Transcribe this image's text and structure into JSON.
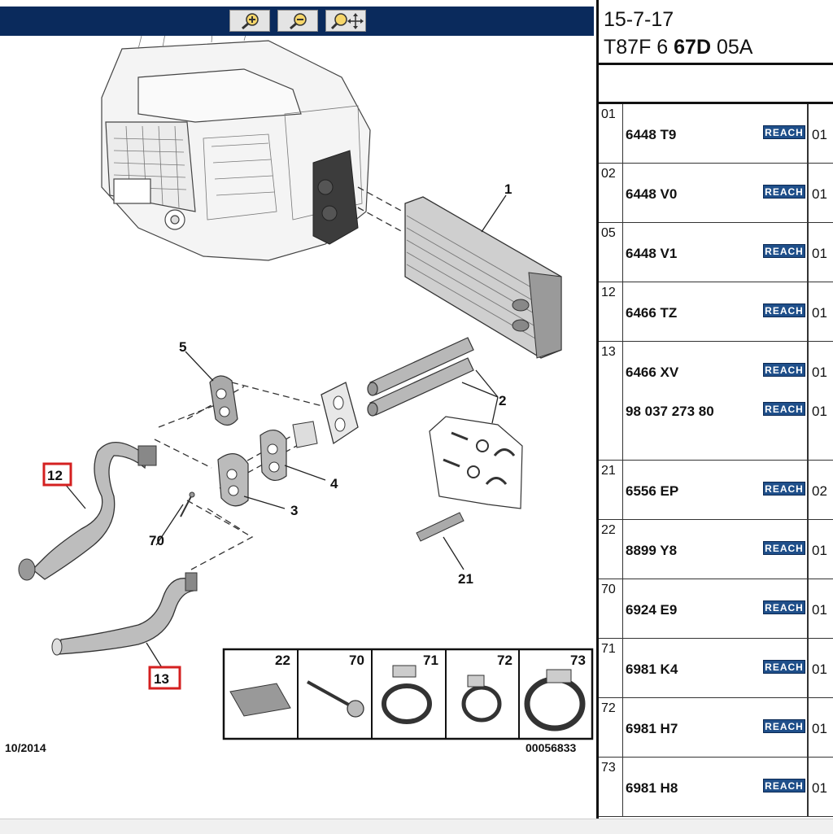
{
  "toolbar": {
    "zoom_in": "zoom-in-icon",
    "zoom_out": "zoom-out-icon",
    "pan": "zoom-pan-icon",
    "bg_color": "#0a2a5c"
  },
  "diagram": {
    "callouts": [
      "1",
      "2",
      "3",
      "4",
      "5",
      "12",
      "13",
      "21",
      "70"
    ],
    "c1": "1",
    "c2": "2",
    "c3": "3",
    "c4": "4",
    "c5": "5",
    "c12": "12",
    "c13": "13",
    "c21": "21",
    "c70": "70",
    "legend": {
      "p22": "22",
      "p70": "70",
      "p71": "71",
      "p72": "72",
      "p73": "73"
    },
    "date": "10/2014",
    "ref_number": "00056833",
    "highlight_color": "#d42020"
  },
  "header": {
    "date": "15-7-17",
    "code_prefix": "T87F 6",
    "code_bold": "67D",
    "code_suffix": "05A"
  },
  "parts": [
    {
      "ref": "01",
      "lines": [
        {
          "code": "6448 T9",
          "badge": "REACH",
          "qty": "01"
        }
      ]
    },
    {
      "ref": "02",
      "lines": [
        {
          "code": "6448 V0",
          "badge": "REACH",
          "qty": "01"
        }
      ]
    },
    {
      "ref": "05",
      "lines": [
        {
          "code": "6448 V1",
          "badge": "REACH",
          "qty": "01"
        }
      ]
    },
    {
      "ref": "12",
      "lines": [
        {
          "code": "6466 TZ",
          "badge": "REACH",
          "qty": "01"
        }
      ]
    },
    {
      "ref": "13",
      "lines": [
        {
          "code": "6466 XV",
          "badge": "REACH",
          "qty": "01"
        },
        {
          "code": "98 037 273 80",
          "badge": "REACH",
          "qty": "01"
        }
      ]
    },
    {
      "ref": "21",
      "lines": [
        {
          "code": "6556 EP",
          "badge": "REACH",
          "qty": "02"
        }
      ]
    },
    {
      "ref": "22",
      "lines": [
        {
          "code": "8899 Y8",
          "badge": "REACH",
          "qty": "01"
        }
      ]
    },
    {
      "ref": "70",
      "lines": [
        {
          "code": "6924 E9",
          "badge": "REACH",
          "qty": "01"
        }
      ]
    },
    {
      "ref": "71",
      "lines": [
        {
          "code": "6981 K4",
          "badge": "REACH",
          "qty": "01"
        }
      ]
    },
    {
      "ref": "72",
      "lines": [
        {
          "code": "6981 H7",
          "badge": "REACH",
          "qty": "01"
        }
      ]
    },
    {
      "ref": "73",
      "lines": [
        {
          "code": "6981 H8",
          "badge": "REACH",
          "qty": "01"
        }
      ]
    }
  ],
  "colors": {
    "reach_badge": "#1f4f8a",
    "toolbar": "#0a2a5c"
  }
}
